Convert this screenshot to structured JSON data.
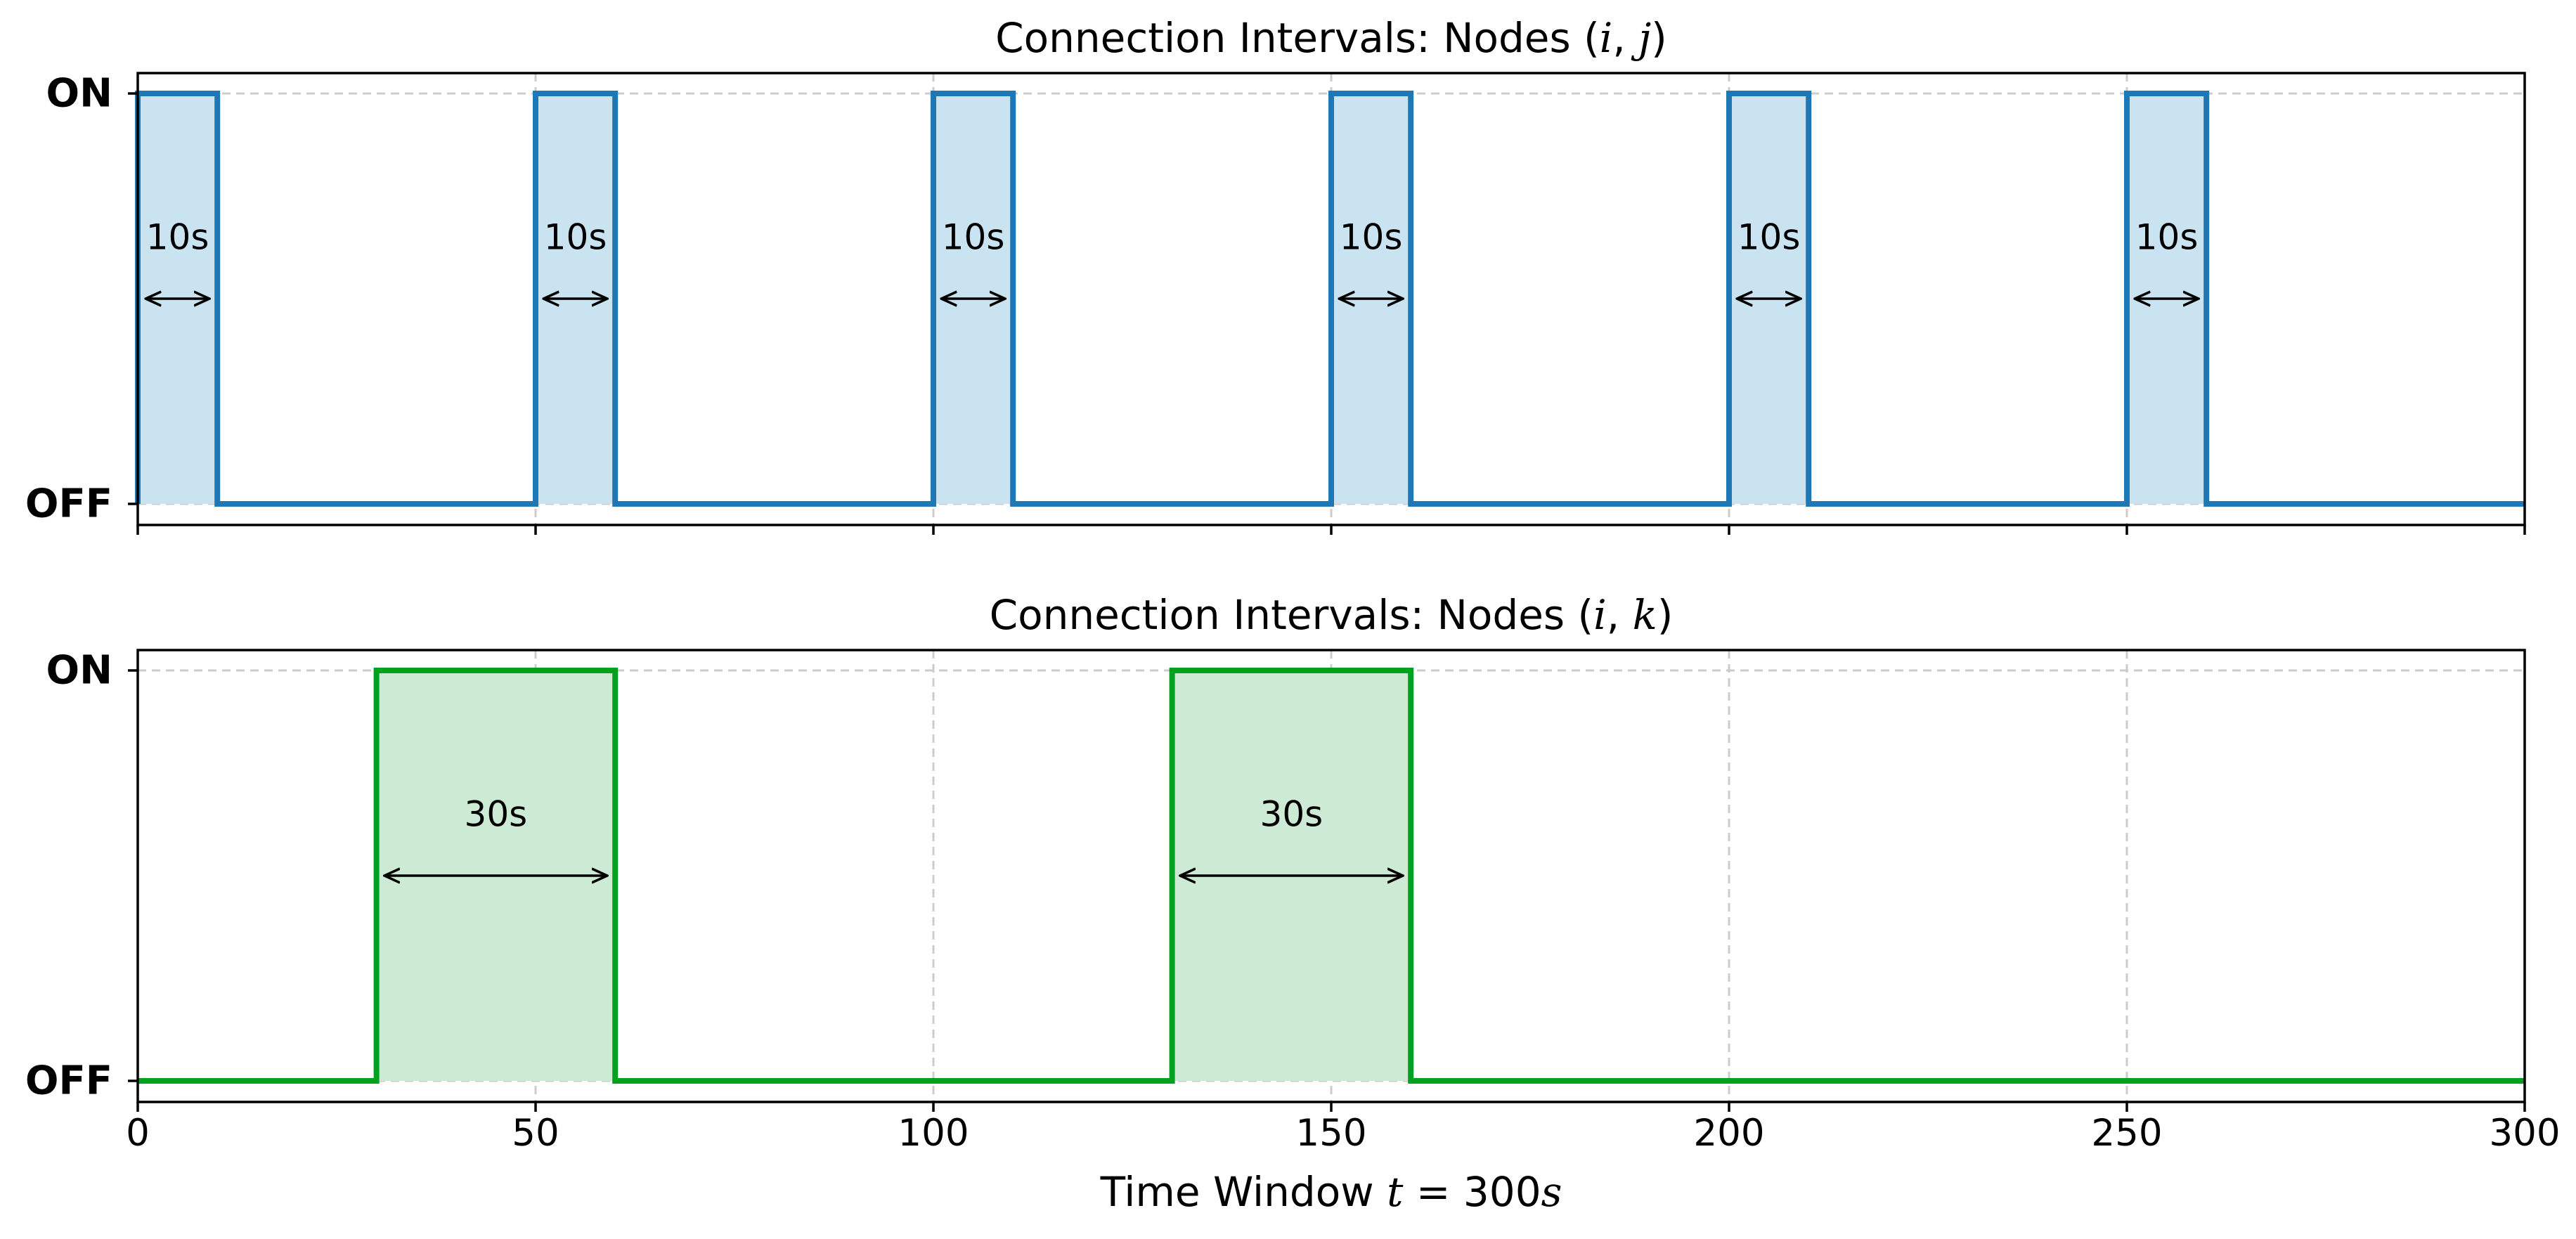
{
  "chart_data": [
    {
      "type": "step",
      "title_prefix": "Connection Intervals: Nodes (",
      "title_math": [
        "i",
        "j"
      ],
      "title_suffix": ")",
      "xlim": [
        0,
        300
      ],
      "xticks": [
        0,
        50,
        100,
        150,
        200,
        250,
        300
      ],
      "xtick_labels_shown": false,
      "ylim": [
        0,
        1
      ],
      "yticks": [
        {
          "value": 0,
          "label": "OFF"
        },
        {
          "value": 1,
          "label": "ON"
        }
      ],
      "grid": true,
      "color": "#1f77b4",
      "fill_color": "#c9e3f0",
      "on_intervals": [
        [
          0,
          10
        ],
        [
          50,
          60
        ],
        [
          100,
          110
        ],
        [
          150,
          160
        ],
        [
          200,
          210
        ],
        [
          250,
          260
        ]
      ],
      "annotations": [
        {
          "start": 1,
          "end": 9,
          "label": "10s"
        },
        {
          "start": 51,
          "end": 59,
          "label": "10s"
        },
        {
          "start": 101,
          "end": 109,
          "label": "10s"
        },
        {
          "start": 151,
          "end": 159,
          "label": "10s"
        },
        {
          "start": 201,
          "end": 209,
          "label": "10s"
        },
        {
          "start": 251,
          "end": 259,
          "label": "10s"
        }
      ],
      "annotation_y": 0.5,
      "annotation_label_y": 0.65
    },
    {
      "type": "step",
      "title_prefix": "Connection Intervals: Nodes (",
      "title_math": [
        "i",
        "k"
      ],
      "title_suffix": ")",
      "xlim": [
        0,
        300
      ],
      "xticks": [
        0,
        50,
        100,
        150,
        200,
        250,
        300
      ],
      "xtick_labels_shown": true,
      "xlabel_prefix": "Time Window ",
      "xlabel_math": "t",
      "xlabel_eq": " = 300",
      "xlabel_unit": "s",
      "ylim": [
        0,
        1
      ],
      "yticks": [
        {
          "value": 0,
          "label": "OFF"
        },
        {
          "value": 1,
          "label": "ON"
        }
      ],
      "grid": true,
      "color": "#00a020",
      "fill_color": "#cdebd4",
      "on_intervals": [
        [
          30,
          60
        ],
        [
          130,
          160
        ]
      ],
      "annotations": [
        {
          "start": 31,
          "end": 59,
          "label": "30s"
        },
        {
          "start": 131,
          "end": 159,
          "label": "30s"
        }
      ],
      "annotation_y": 0.5,
      "annotation_label_y": 0.65
    }
  ]
}
